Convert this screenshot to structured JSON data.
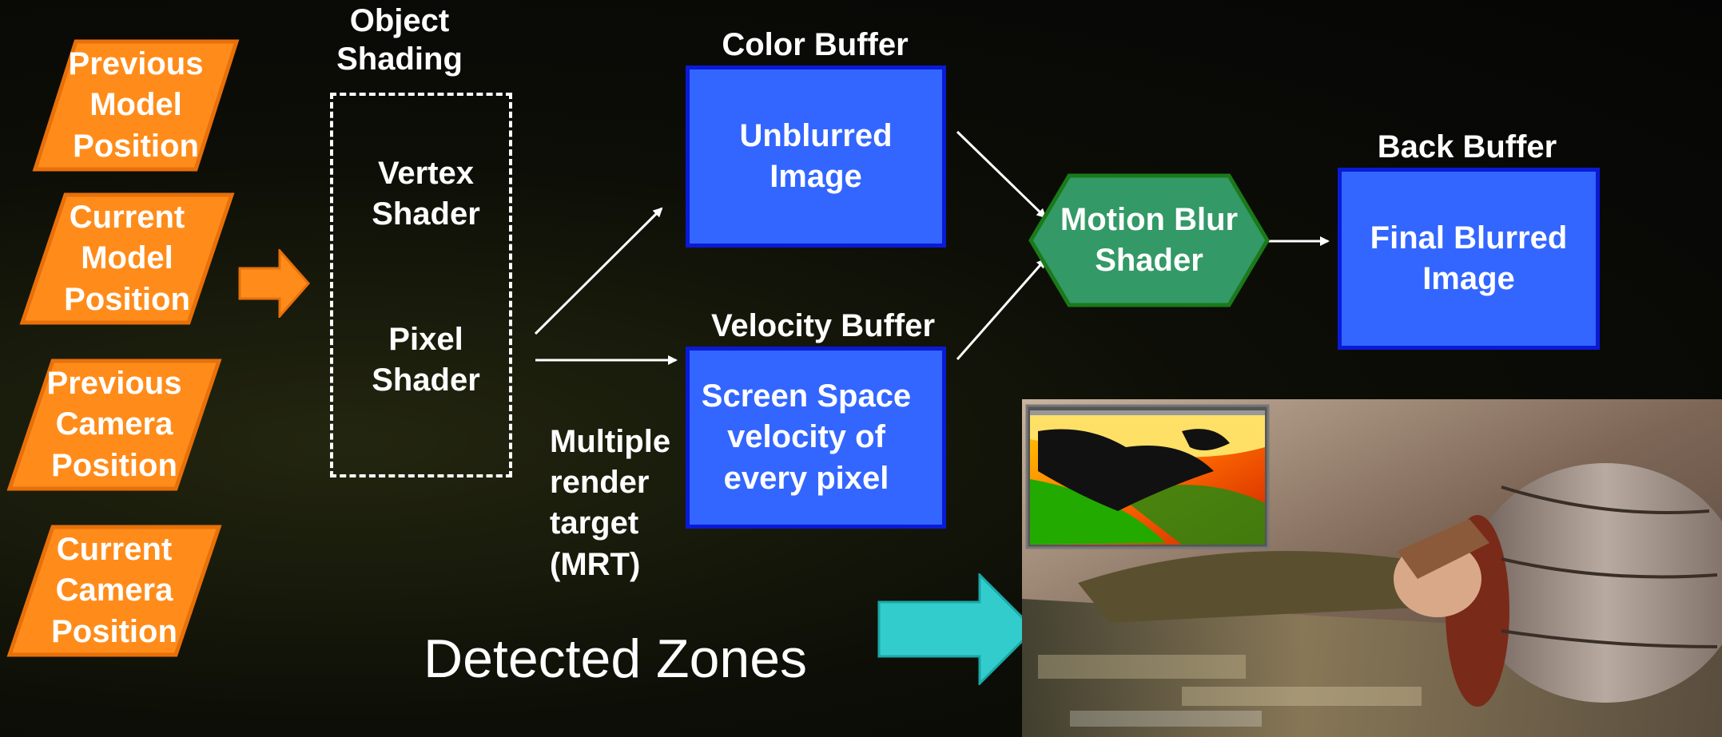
{
  "inputs": [
    {
      "label_lines": [
        "Previous",
        "Model",
        "Position"
      ]
    },
    {
      "label_lines": [
        "Current",
        "Model",
        "Position"
      ]
    },
    {
      "label_lines": [
        "Previous",
        "Camera",
        "Position"
      ]
    },
    {
      "label_lines": [
        "Current",
        "Camera",
        "Position"
      ]
    }
  ],
  "object_shading": {
    "heading_lines": [
      "Object",
      "Shading"
    ],
    "vertex_lines": [
      "Vertex",
      "Shader"
    ],
    "pixel_lines": [
      "Pixel",
      "Shader"
    ]
  },
  "mrt_lines": [
    "Multiple",
    "render",
    "target",
    "(MRT)"
  ],
  "color_buffer": {
    "heading": "Color Buffer",
    "content_lines": [
      "Unblurred",
      "Image"
    ]
  },
  "velocity_buffer": {
    "heading": "Velocity Buffer",
    "content_lines": [
      "Screen Space",
      "velocity of",
      "every pixel"
    ]
  },
  "motion_blur": {
    "content_lines": [
      "Motion Blur",
      "Shader"
    ]
  },
  "back_buffer": {
    "heading": "Back Buffer",
    "content_lines": [
      "Final Blurred",
      "Image"
    ]
  },
  "detected_zones": "Detected Zones",
  "colors": {
    "input_fill": "#ff8c1a",
    "input_border": "#e8700a",
    "buffer_fill": "#3366ff",
    "buffer_border": "#0a1ad6",
    "shader_fill": "#339966",
    "shader_border": "#1a7a1a",
    "teal_arrow": "#33cccc"
  },
  "icons": {
    "input_arrow": "orange-right-arrow-icon",
    "zones_arrow": "teal-right-arrow-icon"
  }
}
